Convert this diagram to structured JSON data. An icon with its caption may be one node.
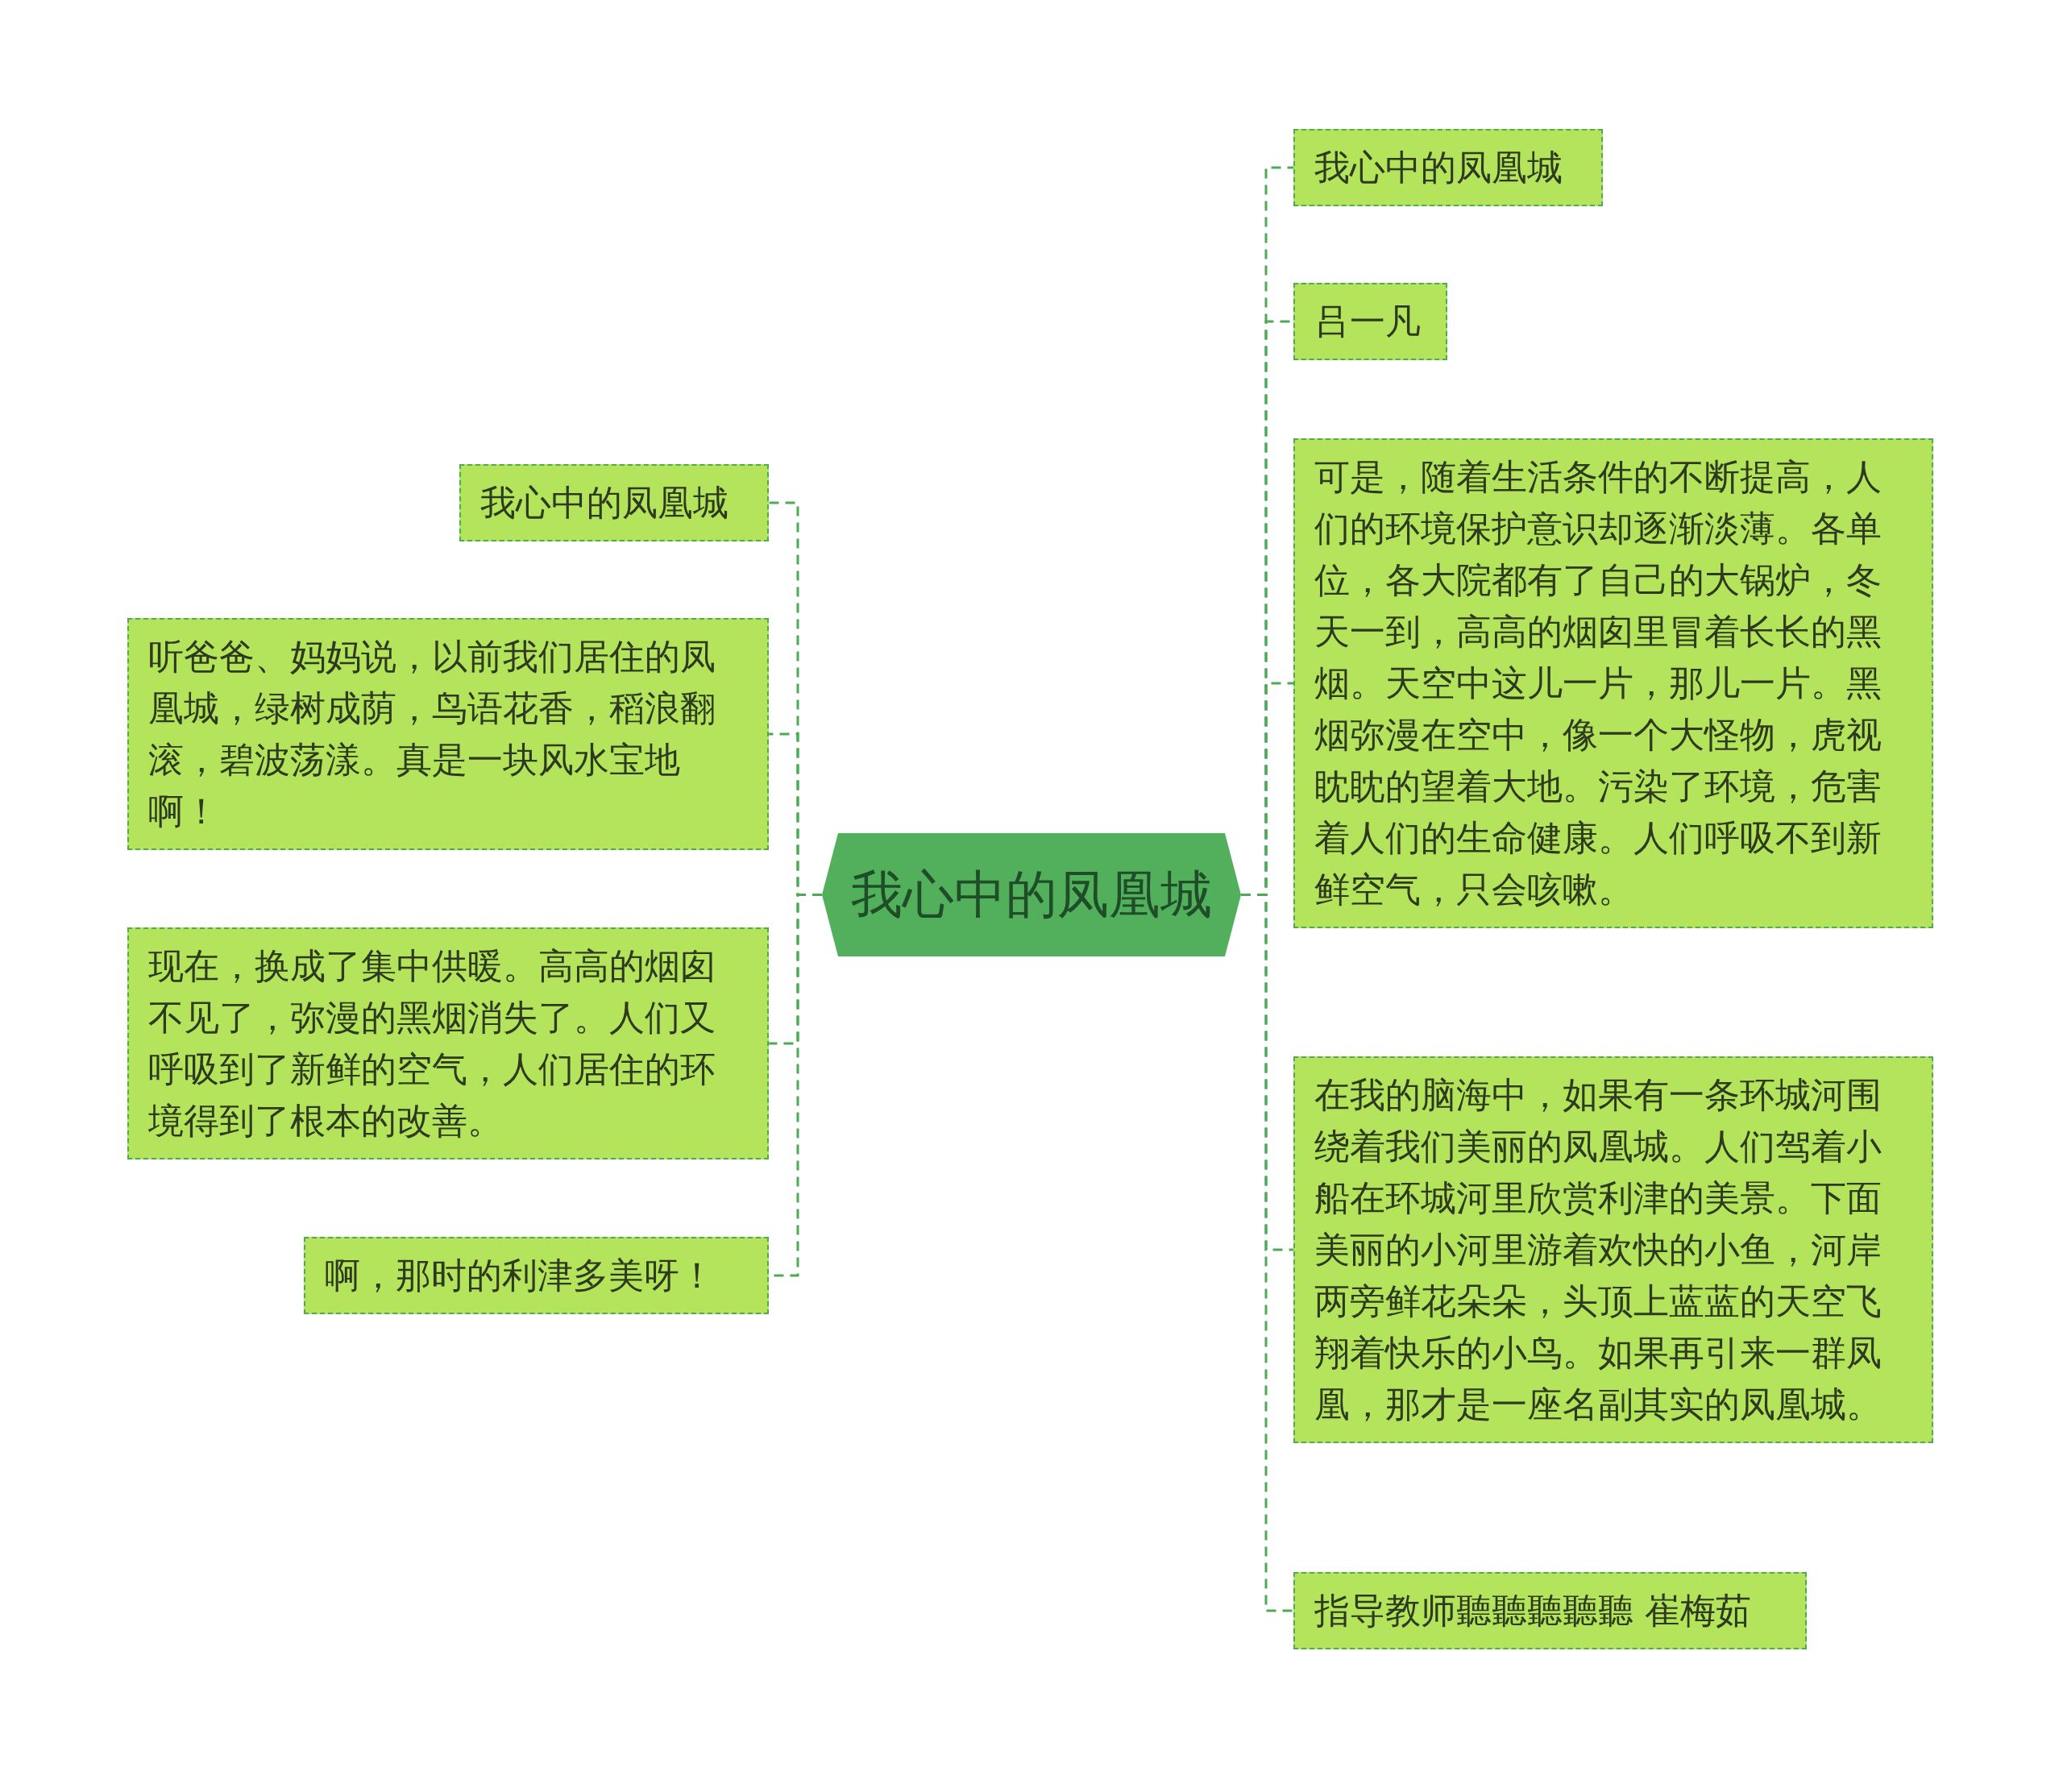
{
  "diagram": {
    "nodes": [
      {
        "text": [
          "我心中的凤凰城"
        ]
      },
      {
        "text": [
          "我心中的凤凰城"
        ]
      },
      {
        "text": [
          "听爸爸、妈妈说，以前我们居住的凤凰城，绿树成荫，鸟语花香，稻浪翻滚，碧波荡漾。真是一块风水宝地啊！"
        ]
      },
      {
        "text": [
          "现在，换成了集中供暖。高高的烟囱不见了，弥漫的黑烟消失了。人们又呼吸到了新鲜的空气，人们居住的环境得到了根本的改善。"
        ]
      },
      {
        "text": [
          "啊，那时的利津多美呀！"
        ]
      },
      {
        "text": [
          "我心中的凤凰城"
        ]
      },
      {
        "text": [
          "吕一凡"
        ]
      },
      {
        "text": [
          "可是，随着生活条件的不断提高，人们的环境保护意识却逐渐淡薄。各单位，各大院都有了自己的大锅炉，冬天一到，高高的烟囱里冒着长长的黑烟。天空中这儿一片，那儿一片。黑烟弥漫在空中，像一个大怪物，虎视眈眈的望着大地。污染了环境，危害着人们的生命健康。人们呼吸不到新鲜空气，只会咳嗽。"
        ]
      },
      {
        "text": [
          "在我的脑海中，如果有一条环城河围绕着我们美丽的凤凰城。人们驾着小船在环城河里欣赏利津的美景。下面美丽的小河里游着欢快的小鱼，河岸两旁鲜花朵朵，头顶上蓝蓝的天空飞翔着快乐的小鸟。如果再引来一群凤凰，那才是一座名副其实的凤凰城。"
        ]
      },
      {
        "text": [
          "指导教师聽聽聽聽聽 崔梅茹"
        ]
      }
    ],
    "edges": [
      {
        "from": 0,
        "to": 1,
        "arrow": "none",
        "style": "dashed"
      },
      {
        "from": 0,
        "to": 2,
        "arrow": "none",
        "style": "dashed"
      },
      {
        "from": 0,
        "to": 3,
        "arrow": "none",
        "style": "dashed"
      },
      {
        "from": 0,
        "to": 4,
        "arrow": "none",
        "style": "dashed"
      },
      {
        "from": 0,
        "to": 5,
        "arrow": "none",
        "style": "dashed"
      },
      {
        "from": 0,
        "to": 6,
        "arrow": "none",
        "style": "dashed"
      },
      {
        "from": 0,
        "to": 7,
        "arrow": "none",
        "style": "dashed"
      },
      {
        "from": 0,
        "to": 8,
        "arrow": "none",
        "style": "dashed"
      },
      {
        "from": 0,
        "to": 9,
        "arrow": "none",
        "style": "dashed"
      }
    ]
  }
}
